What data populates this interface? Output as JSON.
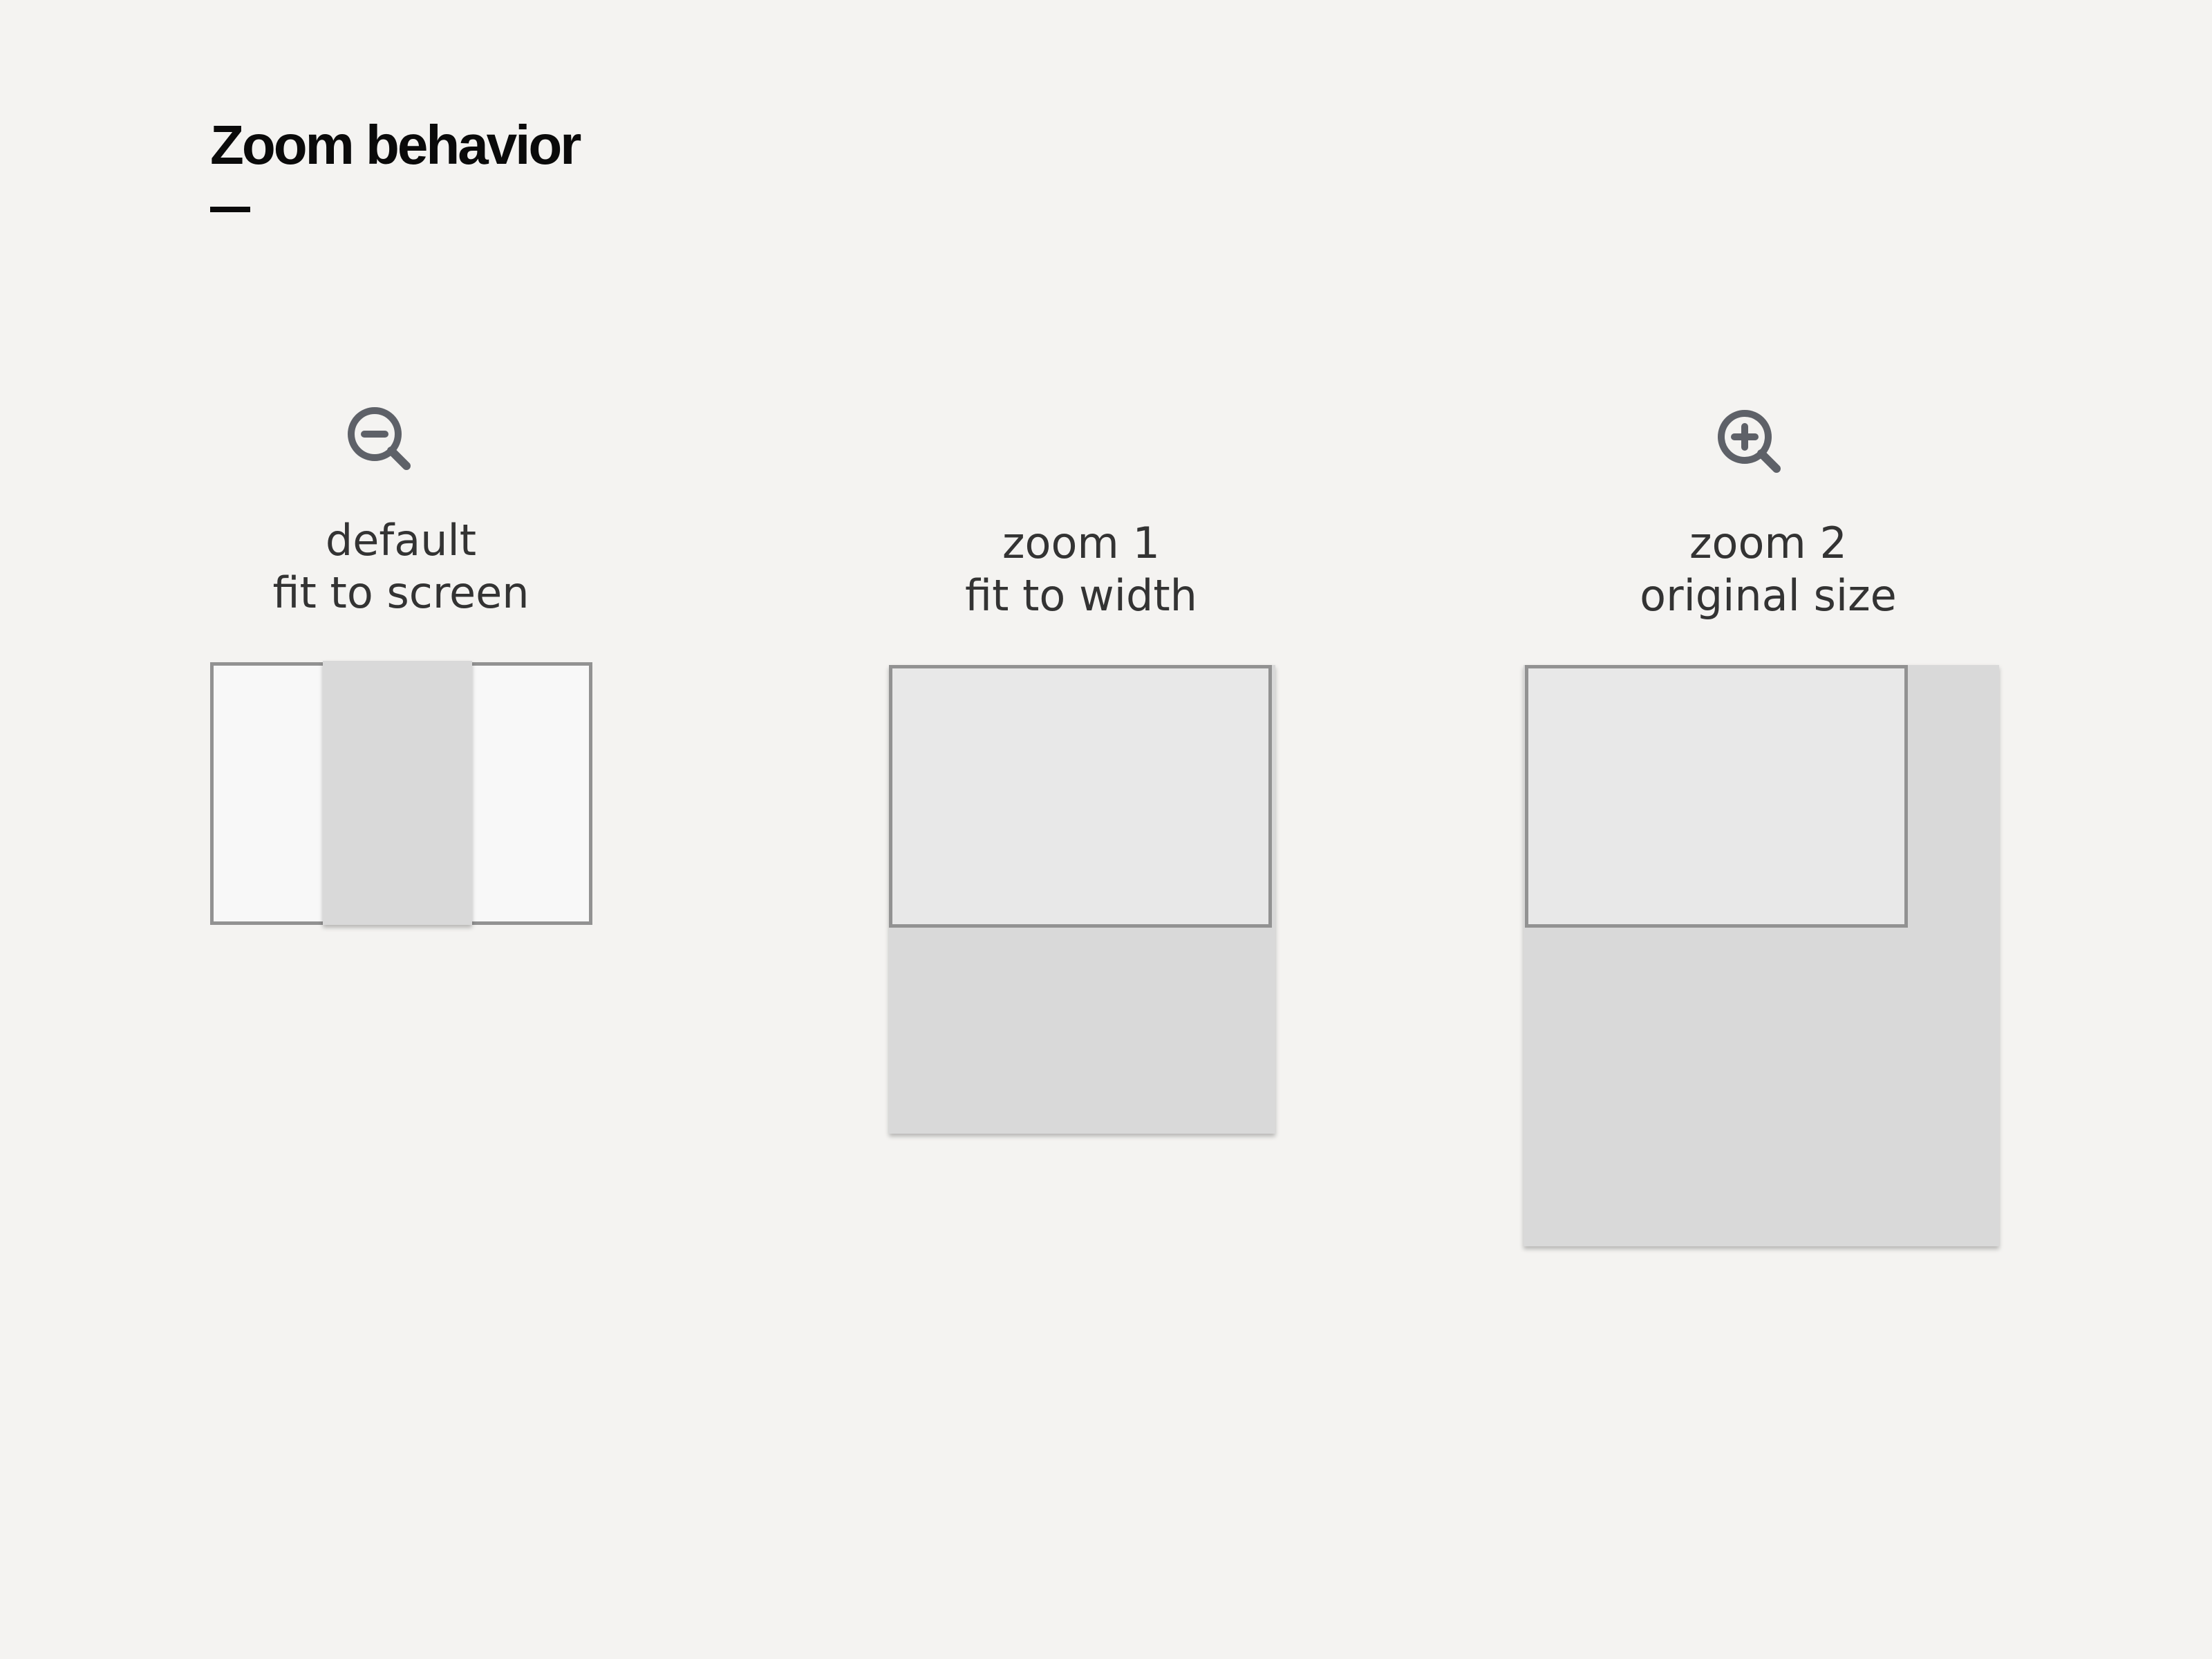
{
  "title": "Zoom behavior",
  "colors": {
    "background": "#f4f3f1",
    "frame_border": "#929292",
    "screen_fill": "#f8f8f8",
    "screen_fill_selected": "#e8e8e8",
    "content_fill": "#d9d9d9",
    "icon": "#5e6168"
  },
  "modes": [
    {
      "icon": "zoom-out-icon",
      "label_line1": "default",
      "label_line2": "fit to screen"
    },
    {
      "icon": "",
      "label_line1": "zoom 1",
      "label_line2": "fit to width"
    },
    {
      "icon": "zoom-in-icon",
      "label_line1": "zoom 2",
      "label_line2": "original size"
    }
  ]
}
